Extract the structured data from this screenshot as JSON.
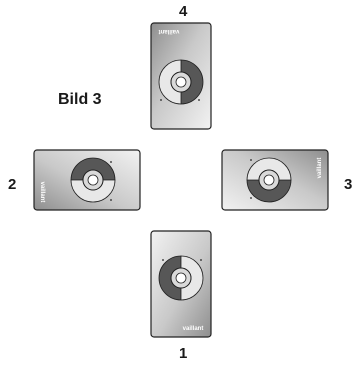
{
  "figure": {
    "title": "Bild 3",
    "positions": [
      {
        "number": "1",
        "brand": "vaillant"
      },
      {
        "number": "2",
        "brand": "vaillant"
      },
      {
        "number": "3",
        "brand": "vaillant"
      },
      {
        "number": "4",
        "brand": "vaillant"
      }
    ]
  }
}
